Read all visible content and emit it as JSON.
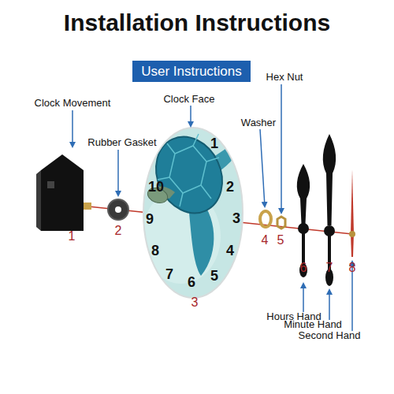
{
  "diagram": {
    "title": "Installation Instructions",
    "nodes": [
      {
        "text": [
          "User Instructions"
        ]
      }
    ],
    "labels": [
      "Hex Nut",
      "Clock Movement",
      "Clock Face",
      "Washer",
      "Rubber Gasket",
      "1",
      "2",
      "3",
      "4",
      "5",
      "6",
      "7",
      "8",
      "9",
      "10",
      "1",
      "2",
      "3",
      "4",
      "5",
      "6",
      "7",
      "8",
      "Hours Hand",
      "Minute Hand",
      "Second Hand"
    ]
  }
}
